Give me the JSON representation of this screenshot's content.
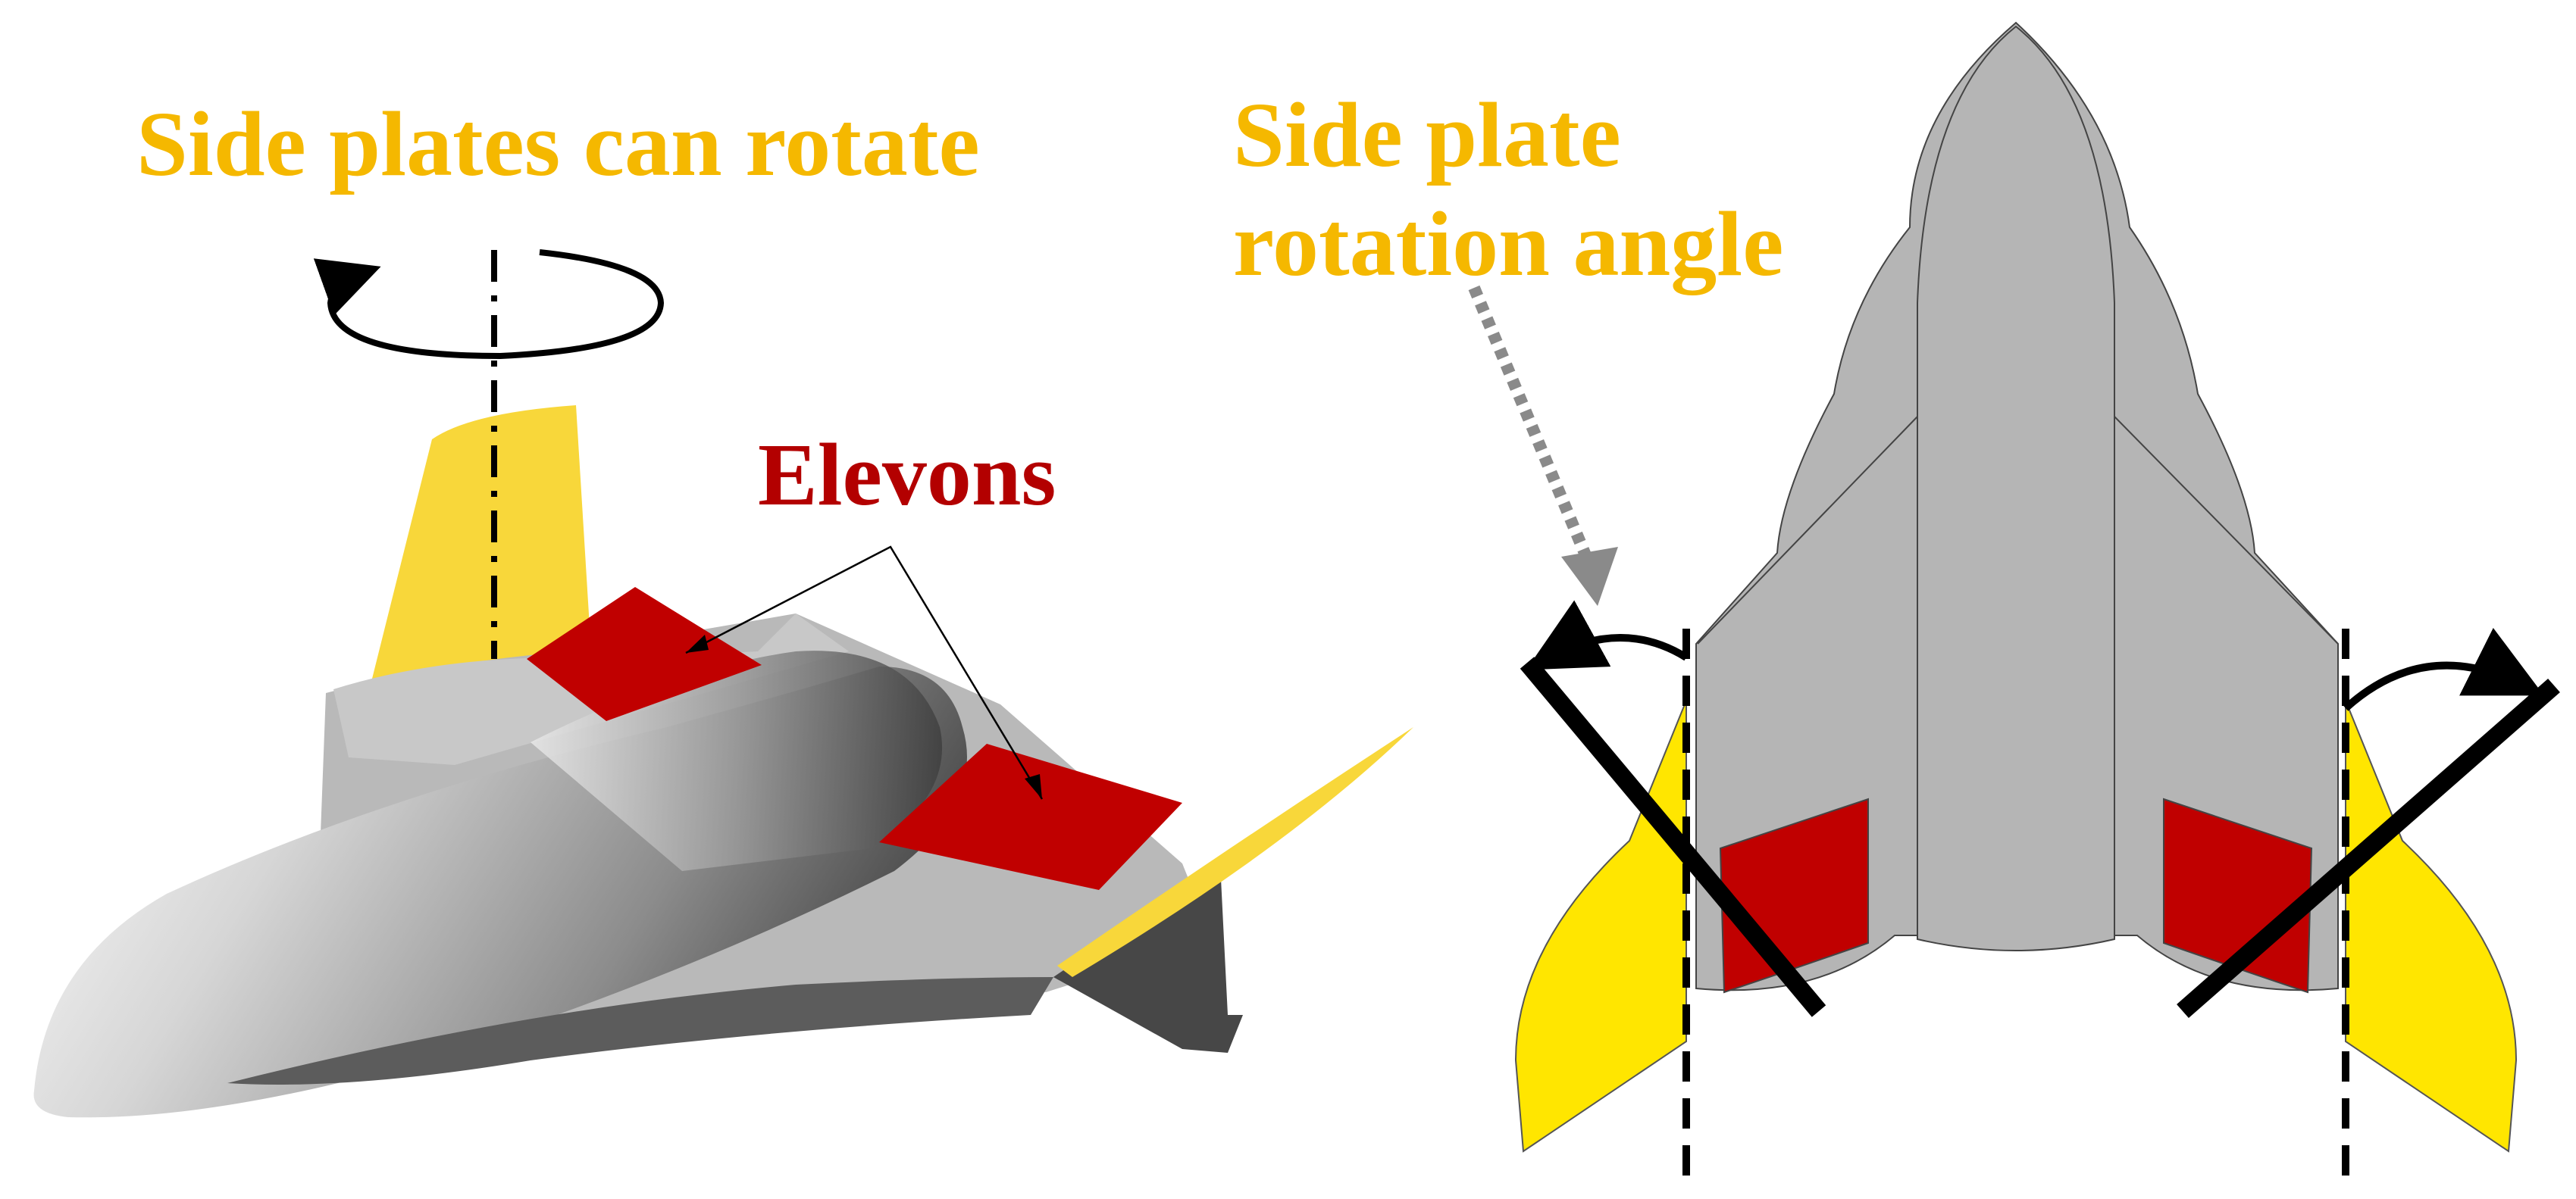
{
  "labels": {
    "side_plates_can_rotate": "Side plates can rotate",
    "side_plate_rotation_angle_line1": "Side plate",
    "side_plate_rotation_angle_line2": "rotation angle",
    "elevons": "Elevons"
  },
  "colors": {
    "label_yellow": "#f5b800",
    "label_red": "#b30000",
    "side_plate_yellow": "#ffe600",
    "side_plate_yellow_3d": "#f8d73a",
    "elevon_red": "#c00000",
    "body_gray": "#b5b5b5",
    "dark_gray": "#4a4a4a",
    "line_black": "#000000",
    "pointer_gray": "#8a8a8a"
  }
}
